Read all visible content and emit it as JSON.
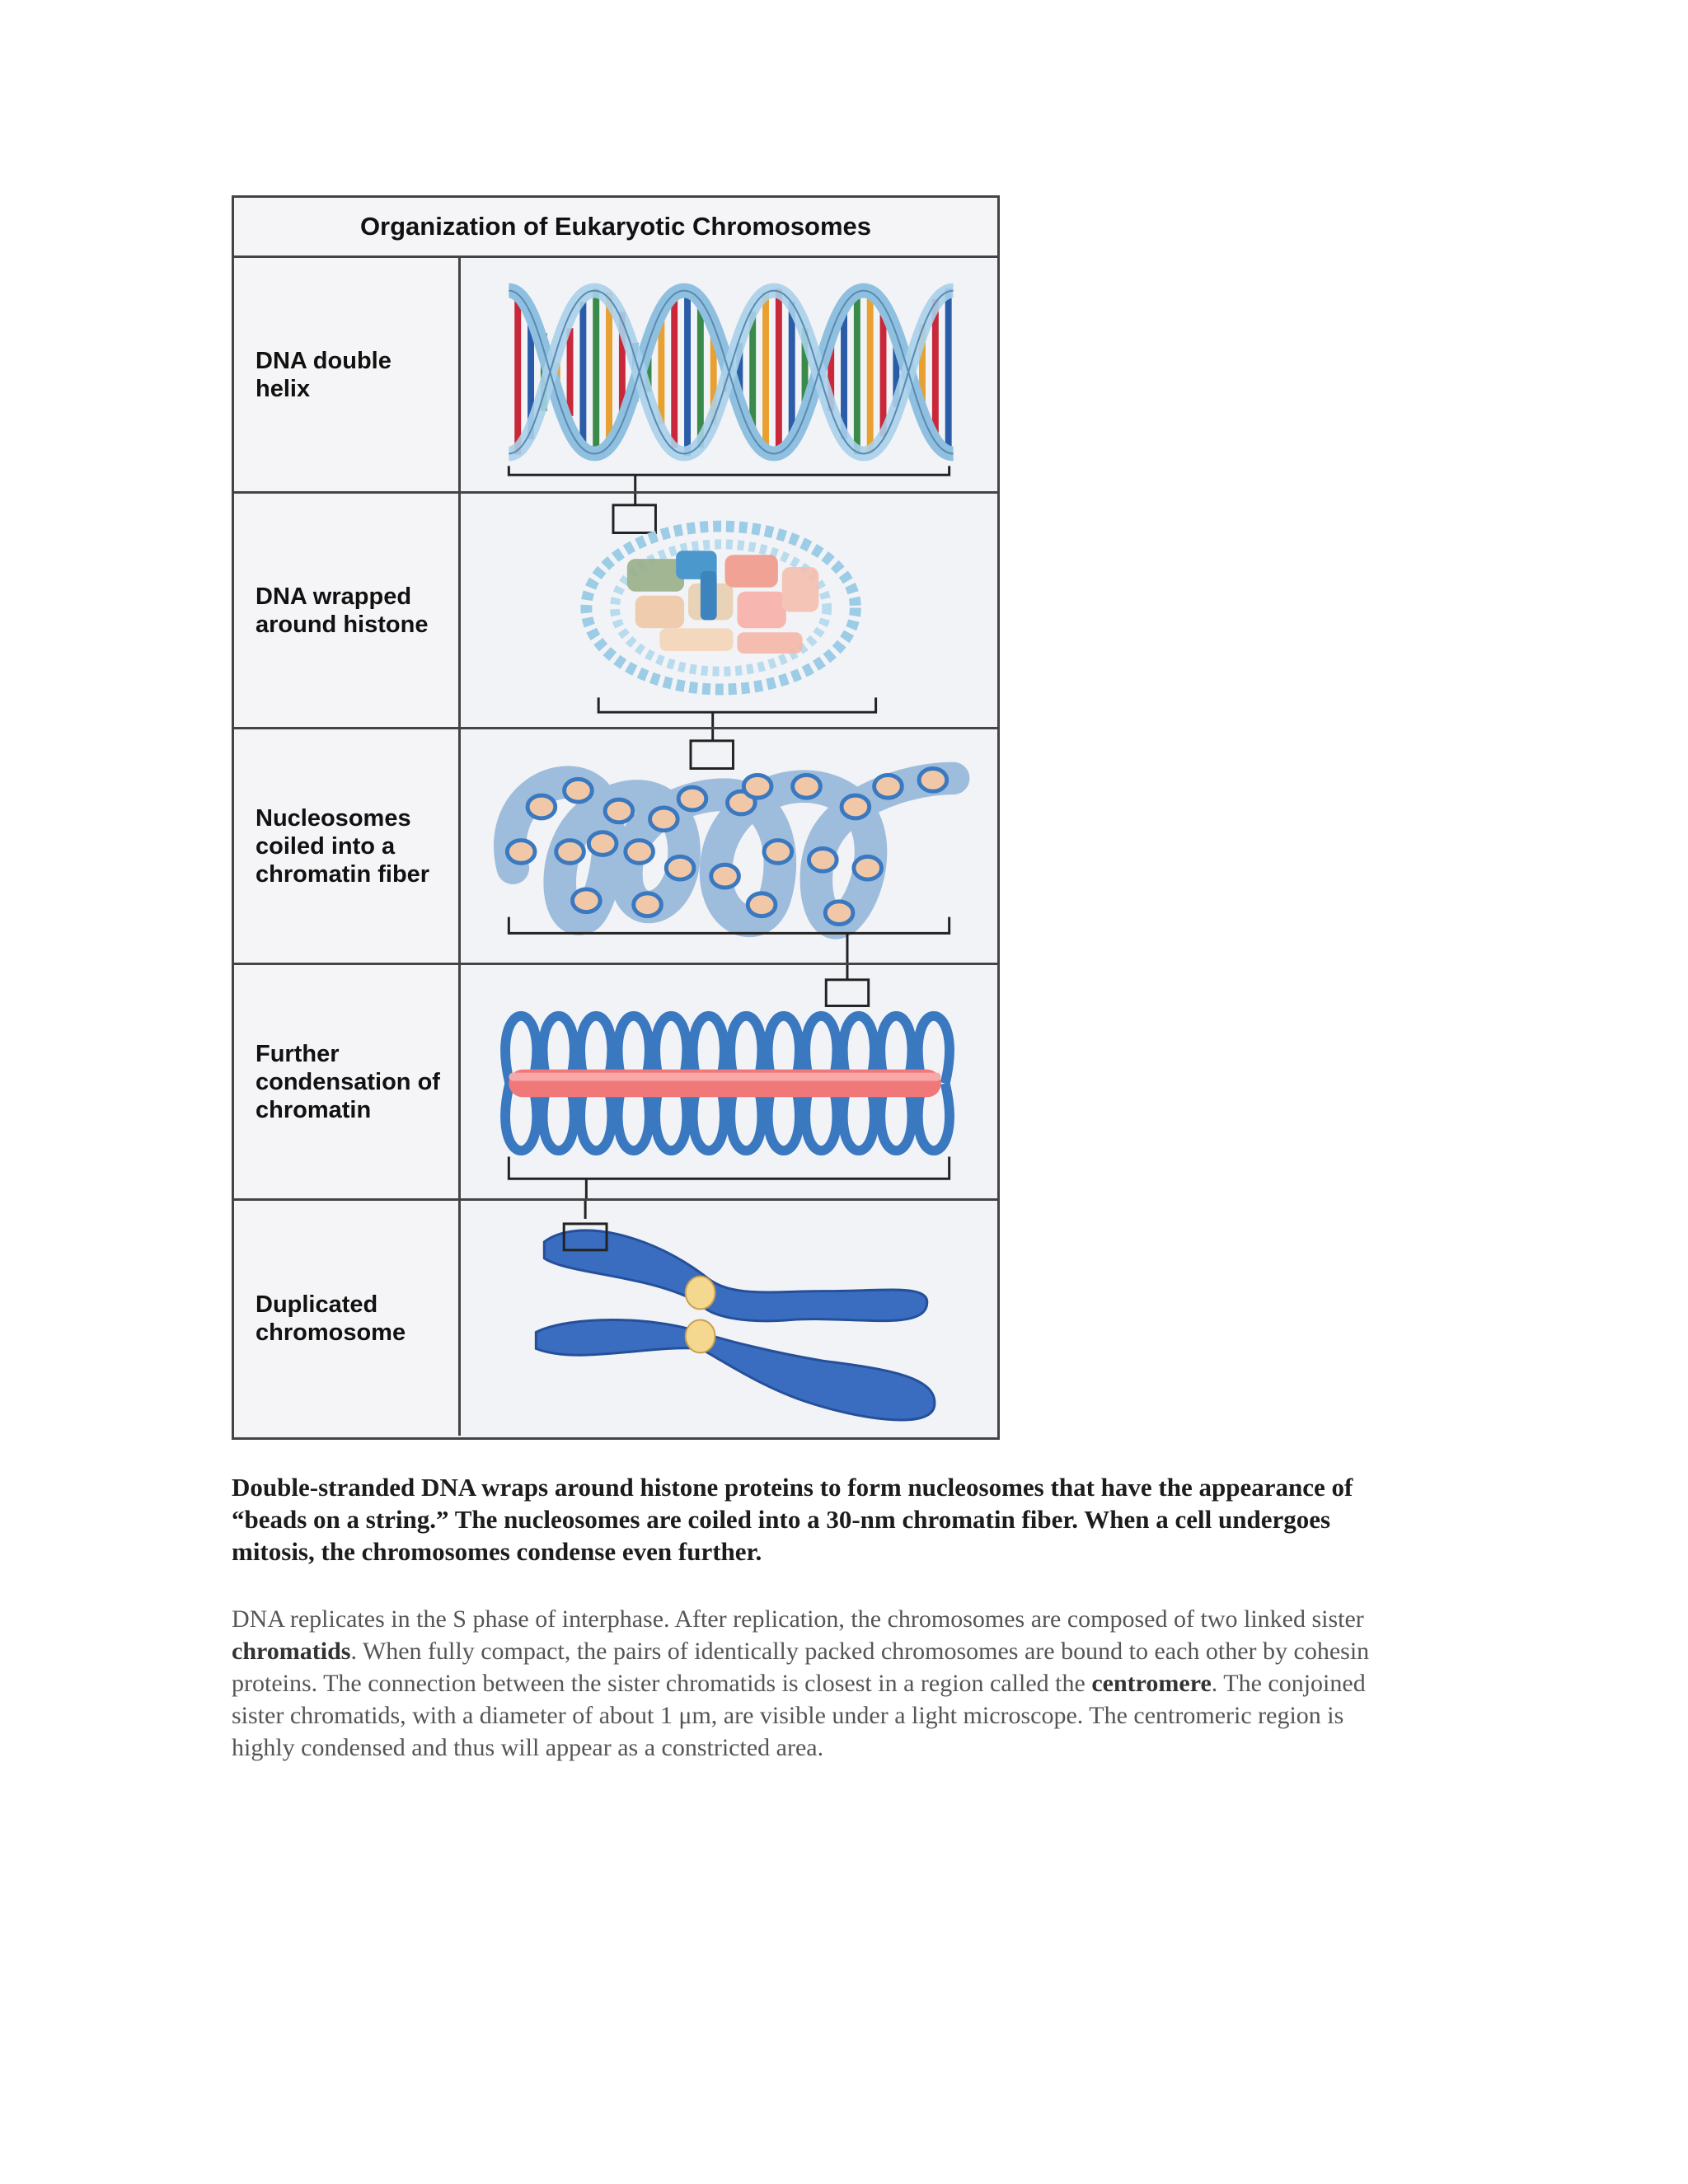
{
  "figure": {
    "title": "Organization of Eukaryotic Chromosomes",
    "rows": [
      {
        "label": "DNA double helix"
      },
      {
        "label": "DNA wrapped around histone"
      },
      {
        "label": "Nucleosomes coiled into a chromatin fiber"
      },
      {
        "label": "Further condensation of chromatin"
      },
      {
        "label": "Duplicated chromosome"
      }
    ]
  },
  "caption": "Double-stranded DNA wraps around histone proteins to form nucleosomes that have the appearance of “beads on a string.” The nucleosomes are coiled into a 30-nm chromatin fiber. When a cell undergoes mitosis, the chromosomes condense even further.",
  "body": {
    "part1": "DNA replicates in the S phase of interphase. After replication, the chromosomes are composed of two linked sister ",
    "term1": "chromatids",
    "part2": ". When fully compact, the pairs of identically packed chromosomes are bound to each other by cohesin proteins. The connection between the sister chromatids is closest in a region called the ",
    "term2": "centromere",
    "part3": ". The conjoined sister chromatids, with a diameter of about 1 μm, are visible under a light microscope. The centromeric region is highly condensed and thus will appear as a constricted area."
  },
  "colors": {
    "helix_strand": "#8fc0e0",
    "base_red": "#c8283a",
    "base_blue": "#2a5ca8",
    "base_green": "#3a8a4a",
    "base_orange": "#e8a030",
    "histone": "#f0c8a8",
    "fiber_blue": "#3a78c0",
    "scaffold_pink": "#f07878",
    "chromosome": "#3a6cc0",
    "centromere": "#f4d890"
  }
}
